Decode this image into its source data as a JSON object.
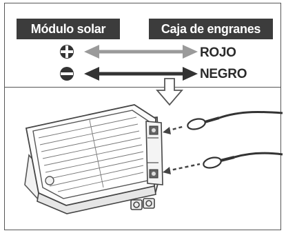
{
  "labels": {
    "solar_module": "Módulo solar",
    "gearbox": "Caja de engranes"
  },
  "wires": [
    {
      "polarity": "positive",
      "symbol": "plus-circle-icon",
      "word": "ROJO",
      "arrow_color": "#9a9a9a"
    },
    {
      "polarity": "negative",
      "symbol": "minus-circle-icon",
      "word": "NEGRO",
      "arrow_color": "#333333"
    }
  ]
}
